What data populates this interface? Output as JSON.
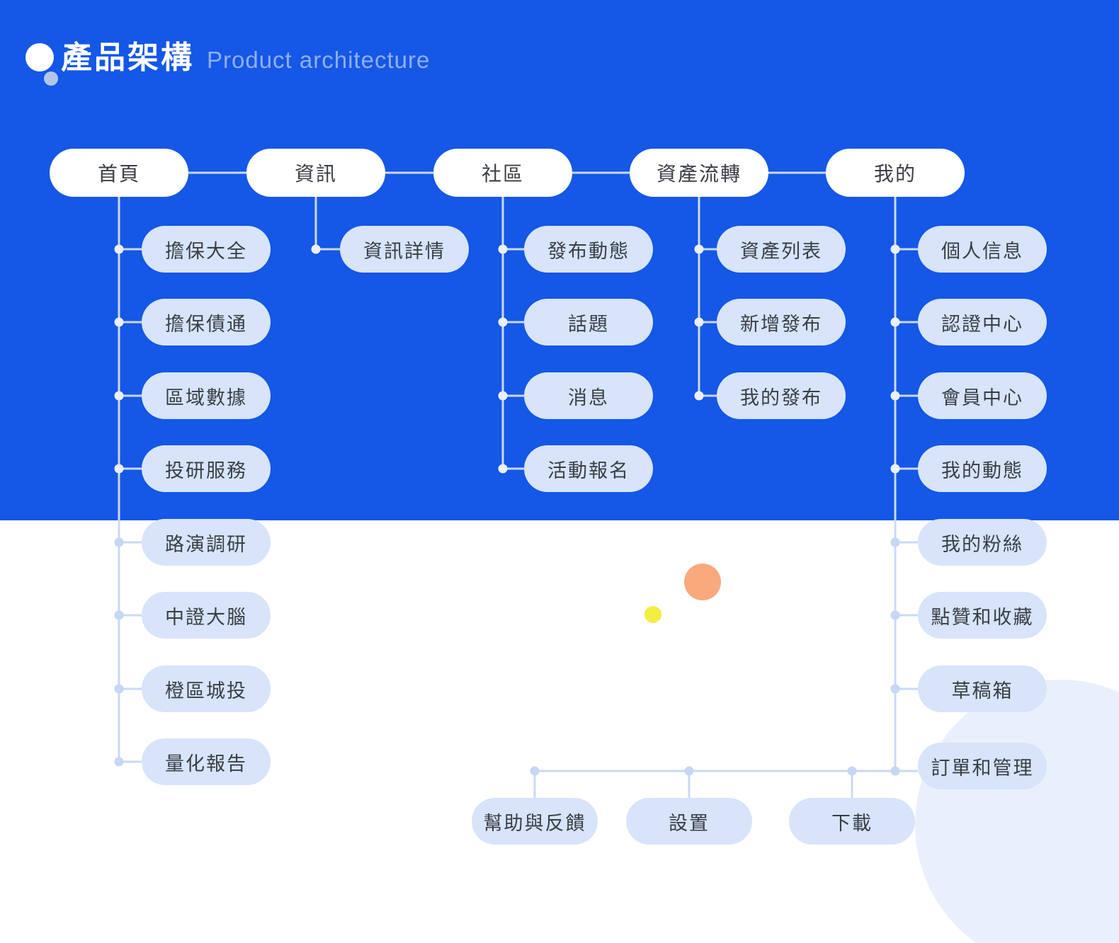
{
  "title": {
    "zh": "產品架構",
    "en": "Product architecture"
  },
  "colors": {
    "brand_blue": "#1557E6",
    "top_node_fill": "#FFFFFF",
    "child_node_fill": "#D7E4FA",
    "connector_line": "#CADAF4",
    "accent_orange": "#F9A97C",
    "accent_yellow": "#F3EE43",
    "corner_circle": "#EAF0FB"
  },
  "tree": {
    "top_nav": [
      {
        "id": "home",
        "label": "首頁",
        "children": [
          "擔保大全",
          "擔保債通",
          "區域數據",
          "投研服務",
          "路演調研",
          "中證大腦",
          "橙區城投",
          "量化報告"
        ]
      },
      {
        "id": "news",
        "label": "資訊",
        "children": [
          "資訊詳情"
        ]
      },
      {
        "id": "community",
        "label": "社區",
        "children": [
          "發布動態",
          "話題",
          "消息",
          "活動報名"
        ]
      },
      {
        "id": "assets",
        "label": "資產流轉",
        "children": [
          "資產列表",
          "新增發布",
          "我的發布"
        ]
      },
      {
        "id": "mine",
        "label": "我的",
        "children": [
          "個人信息",
          "認證中心",
          "會員中心",
          "我的動態",
          "我的粉絲",
          "點贊和收藏",
          "草稿箱",
          "訂單和管理"
        ]
      }
    ],
    "bottom_nav": [
      "幫助與反饋",
      "設置",
      "下載"
    ]
  }
}
